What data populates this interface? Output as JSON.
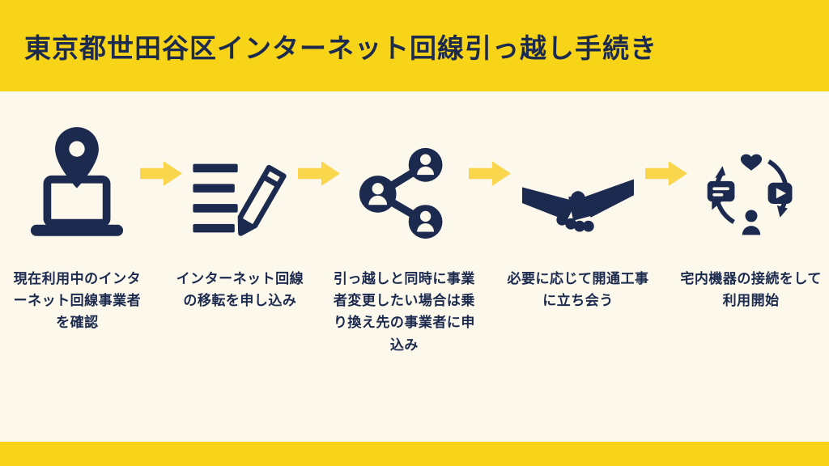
{
  "header": {
    "title": "東京都世田谷区インターネット回線引っ越し手続き"
  },
  "colors": {
    "band_yellow": "#F7D417",
    "arrow_yellow": "#F9D64C",
    "navy": "#1B2A4E",
    "background": "#FCF8EB"
  },
  "steps": [
    {
      "icon": "laptop-location-icon",
      "label": "現在利用中のインターネット回線事業者を確認"
    },
    {
      "icon": "document-pencil-icon",
      "label": "インターネット回線の移転を申し込み"
    },
    {
      "icon": "share-network-icon",
      "label": "引っ越しと同時に事業者変更したい場合は乗り換え先の事業者に申込み"
    },
    {
      "icon": "handshake-icon",
      "label": "必要に応じて開通工事に立ち会う"
    },
    {
      "icon": "devices-media-icon",
      "label": "宅内機器の接続をして利用開始"
    }
  ]
}
